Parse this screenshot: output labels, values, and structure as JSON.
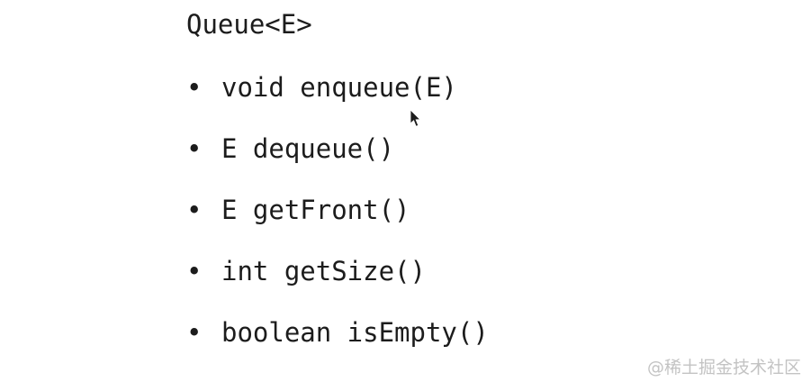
{
  "slide": {
    "title": "Queue<E>",
    "bullet_char": "•",
    "items": [
      "void enqueue(E)",
      "E dequeue()",
      "E getFront()",
      "int getSize()",
      "boolean isEmpty()"
    ]
  },
  "watermark": {
    "text": "@稀土掘金技术社区"
  },
  "colors": {
    "background": "#ffffff",
    "text": "#1c1c1c",
    "watermark": "#c3c3c3",
    "cursor": "#1c1c1c"
  }
}
